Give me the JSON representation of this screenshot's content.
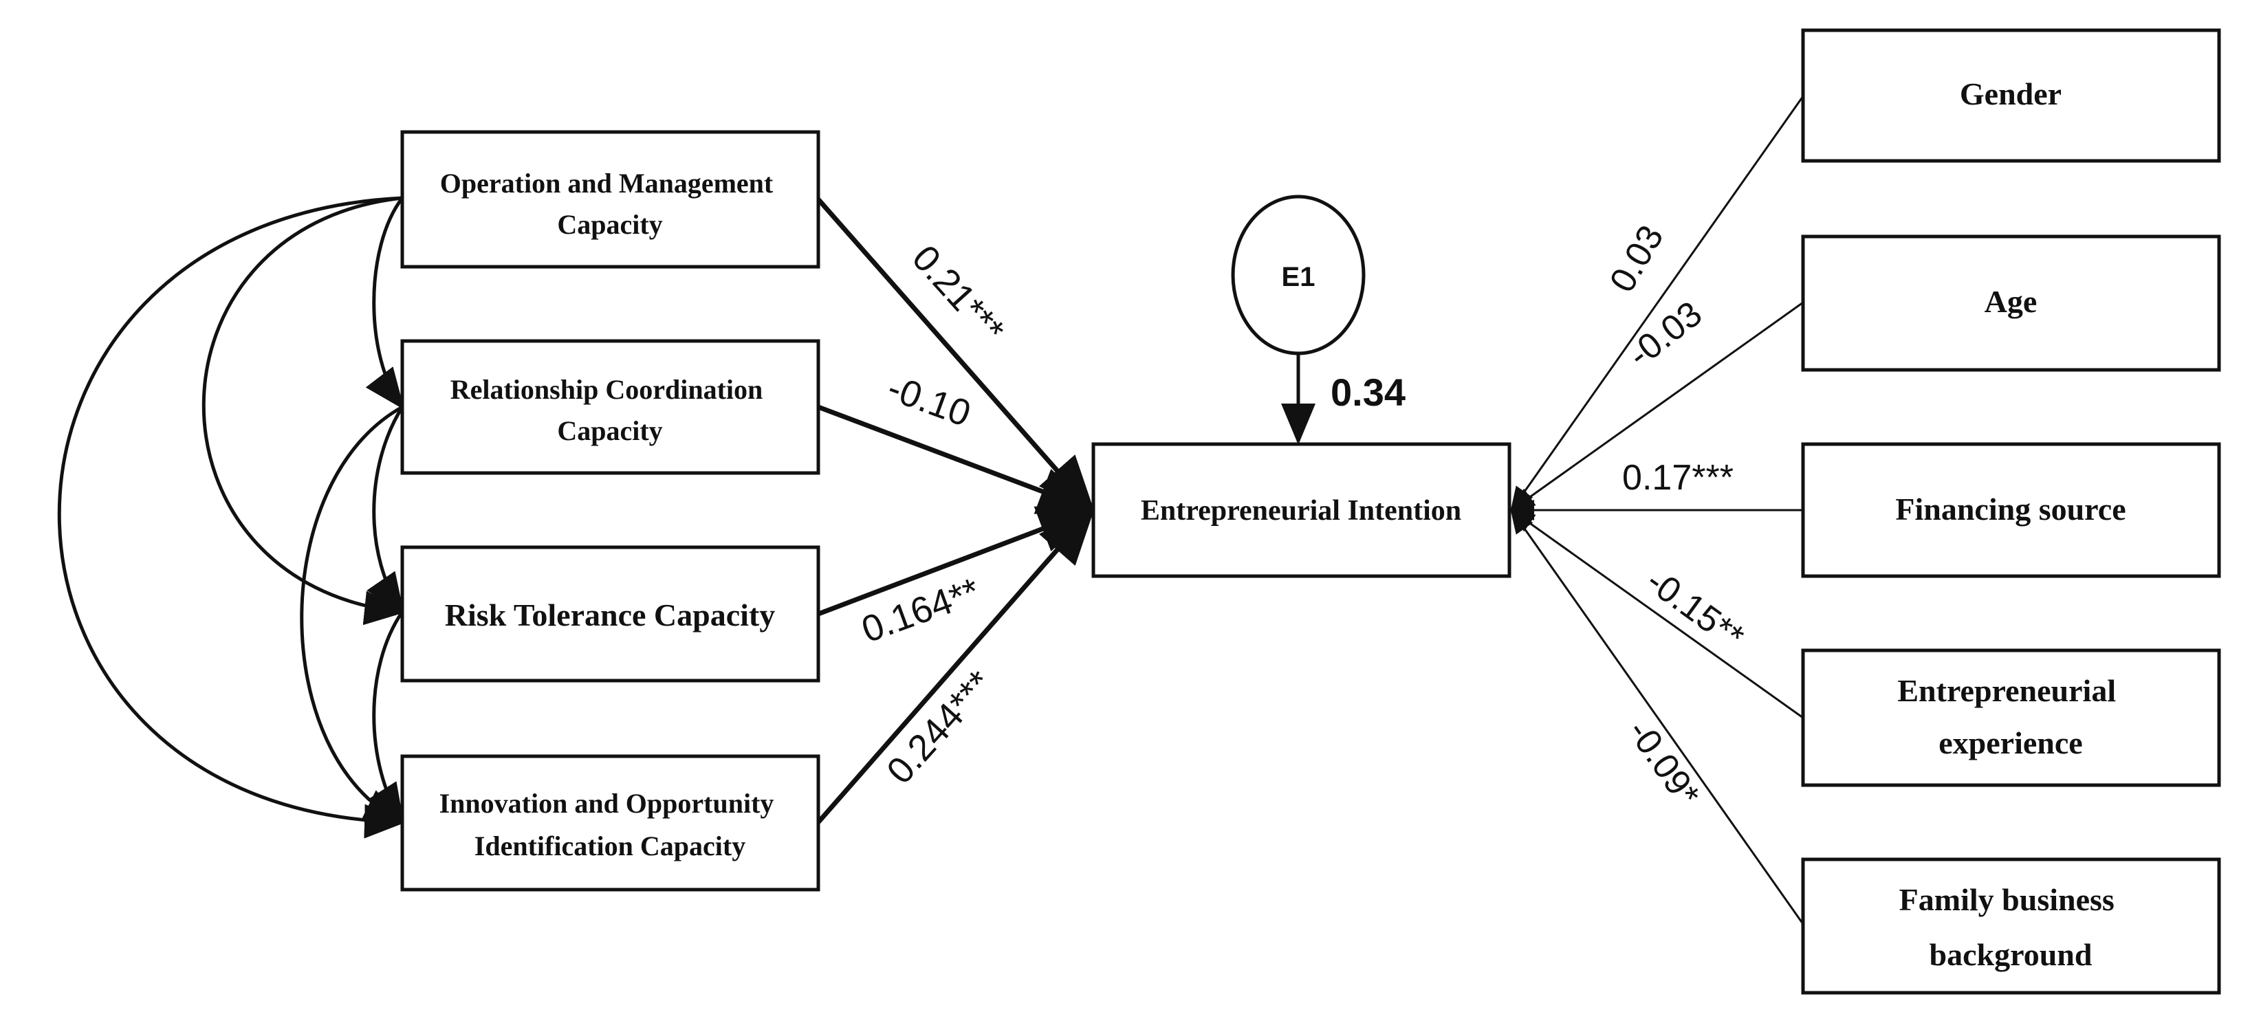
{
  "predictors": [
    {
      "id": "op",
      "lines": [
        "Operation and Management",
        "Capacity"
      ],
      "coefficient": "0.21***"
    },
    {
      "id": "rel",
      "lines": [
        "Relationship Coordination",
        "Capacity"
      ],
      "coefficient": "-0.10"
    },
    {
      "id": "risk",
      "lines": [
        "Risk Tolerance Capacity"
      ],
      "coefficient": "0.164**"
    },
    {
      "id": "inn",
      "lines": [
        "Innovation and Opportunity",
        "Identification Capacity"
      ],
      "coefficient": "0.244***"
    }
  ],
  "outcome": {
    "label": "Entrepreneurial Intention",
    "r_squared": "0.34"
  },
  "error_term": {
    "label": "E1"
  },
  "controls": [
    {
      "id": "gender",
      "lines": [
        "Gender"
      ],
      "coefficient": "0.03"
    },
    {
      "id": "age",
      "lines": [
        "Age"
      ],
      "coefficient": "-0.03"
    },
    {
      "id": "fin",
      "lines": [
        "Financing source"
      ],
      "coefficient": "0.17***"
    },
    {
      "id": "exp",
      "lines": [
        "Entrepreneurial",
        "experience"
      ],
      "coefficient": "-0.15**"
    },
    {
      "id": "fam",
      "lines": [
        "Family business",
        "background"
      ],
      "coefficient": "-0.09*"
    }
  ]
}
